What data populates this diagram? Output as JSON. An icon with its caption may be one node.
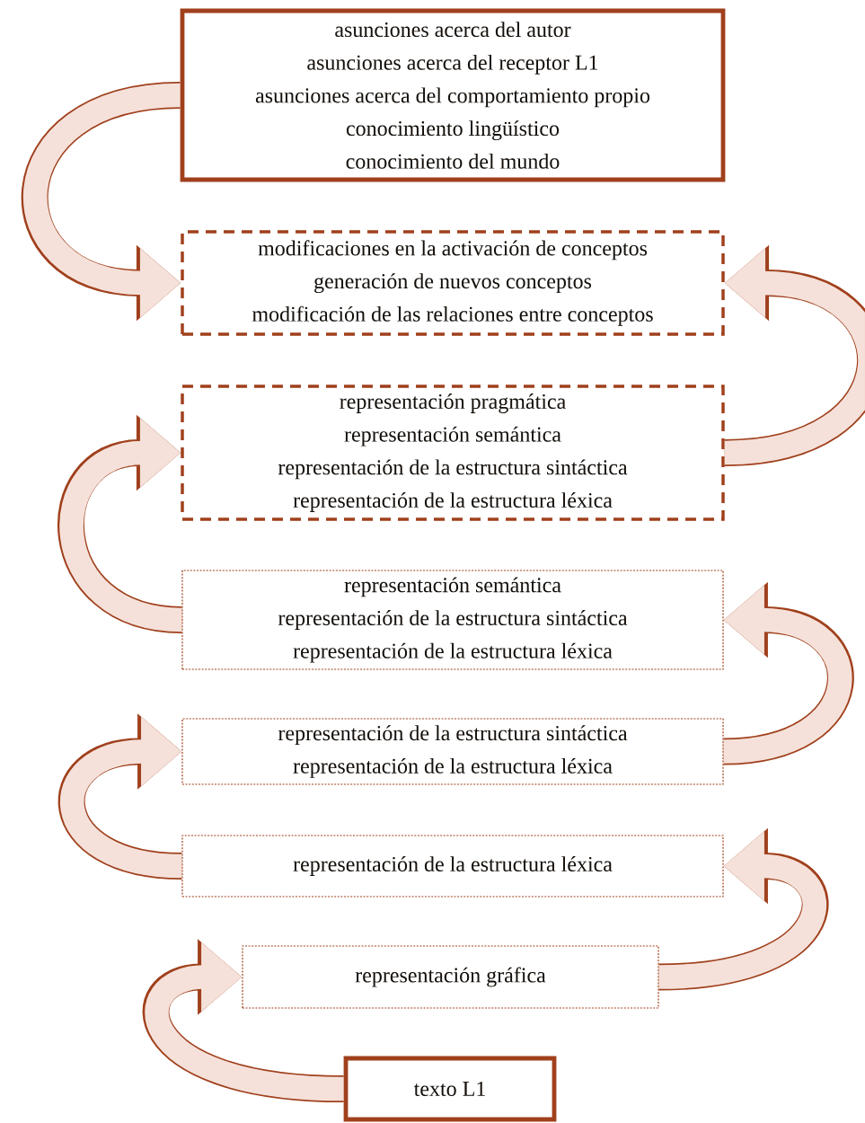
{
  "diagram": {
    "nodes": [
      {
        "text": [
          "asunciones acerca del autor",
          "asunciones acerca del receptor L1",
          "asunciones acerca del comportamiento propio",
          "conocimiento lingüístico",
          "conocimiento del mundo"
        ]
      },
      {
        "text": [
          "modificaciones en la activación de conceptos",
          "generación de nuevos conceptos",
          "modificación de las relaciones entre conceptos"
        ]
      },
      {
        "text": [
          "representación pragmática",
          "representación semántica",
          "representación de la estructura sintáctica",
          "representación de la estructura léxica"
        ]
      },
      {
        "text": [
          "representación semántica",
          "representación de la estructura sintáctica",
          "representación de la estructura léxica"
        ]
      },
      {
        "text": [
          "representación de la estructura sintáctica",
          "representación de la estructura léxica"
        ]
      },
      {
        "text": [
          "representación de la estructura léxica"
        ]
      },
      {
        "text": [
          "representación gráfica"
        ]
      },
      {
        "text": [
          "texto L1"
        ]
      }
    ],
    "edges": [
      {
        "from": 0,
        "to": 1,
        "arrow": "to"
      },
      {
        "from": 2,
        "to": 1,
        "arrow": "to"
      },
      {
        "from": 3,
        "to": 2,
        "arrow": "to"
      },
      {
        "from": 4,
        "to": 3,
        "arrow": "to"
      },
      {
        "from": 5,
        "to": 4,
        "arrow": "to"
      },
      {
        "from": 6,
        "to": 5,
        "arrow": "to"
      },
      {
        "from": 7,
        "to": 6,
        "arrow": "to"
      }
    ]
  }
}
